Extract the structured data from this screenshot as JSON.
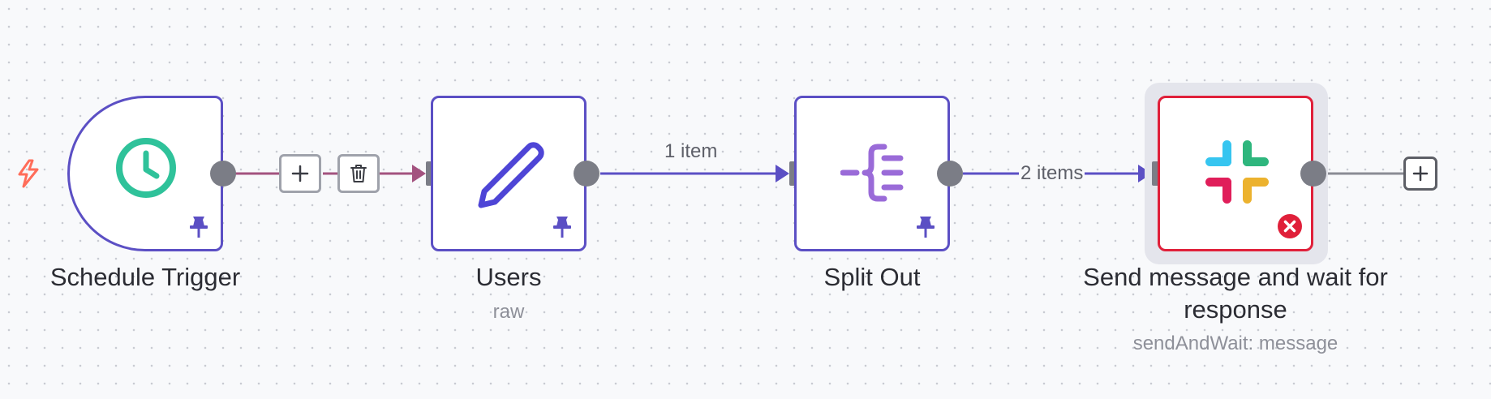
{
  "canvas": {
    "trigger_indicator_icon": "bolt-icon",
    "nodes": [
      {
        "id": "schedule-trigger",
        "title": "Schedule Trigger",
        "subtitle": "",
        "icon": "clock-icon",
        "pinned": true,
        "error": false
      },
      {
        "id": "users",
        "title": "Users",
        "subtitle": "raw",
        "icon": "pencil-icon",
        "pinned": true,
        "error": false
      },
      {
        "id": "split-out",
        "title": "Split Out",
        "subtitle": "",
        "icon": "split-out-icon",
        "pinned": true,
        "error": false
      },
      {
        "id": "send-message",
        "title": "Send message and wait for response",
        "subtitle": "sendAndWait: message",
        "icon": "slack-icon",
        "pinned": false,
        "error": true
      }
    ],
    "connections": [
      {
        "from": "schedule-trigger",
        "to": "users",
        "label": "",
        "hovered": true,
        "actions": [
          "add-icon",
          "trash-icon"
        ]
      },
      {
        "from": "users",
        "to": "split-out",
        "label": "1 item"
      },
      {
        "from": "split-out",
        "to": "send-message",
        "label": "2 items"
      }
    ],
    "end_button_icon": "plus-icon"
  },
  "colors": {
    "node_border": "#5b4fc4",
    "error_border": "#e0203a",
    "hover_edge": "#a3527f",
    "edge": "#5b4fc4",
    "clock": "#2fc29a",
    "split_out": "#9a6bd8",
    "pencil": "#4e45d6",
    "bolt": "#ff6d5a"
  }
}
